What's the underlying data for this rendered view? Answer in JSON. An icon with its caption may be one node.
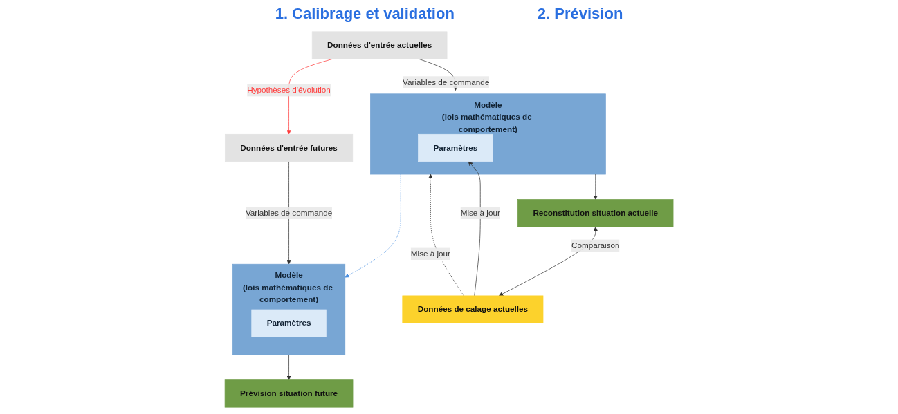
{
  "diagram": {
    "nodes": [
      {
        "text": [
          "Données d'entrée actuelles"
        ]
      },
      {
        "text": [
          "Modèle",
          "(lois mathématiques de comportement)"
        ]
      },
      {
        "text": [
          "Paramètres"
        ],
        "in": 1
      },
      {
        "text": [
          "Données de calage actuelles"
        ]
      },
      {
        "text": [
          "Reconstitution situation actuelle"
        ]
      },
      {
        "text": [
          "Données d'entrée futures"
        ]
      },
      {
        "text": [
          "Modèle",
          "(lois mathématiques de comportement)"
        ]
      },
      {
        "text": [
          "Paramètres"
        ],
        "in": 6
      },
      {
        "text": [
          "Prévision situation future"
        ]
      }
    ],
    "edges": [
      {
        "from": 0,
        "to": 1,
        "arrow": "to",
        "label": "Variables de commande"
      },
      {
        "from": 3,
        "to": 1,
        "arrow": "to",
        "label": "Mise à jour",
        "style": "dashed"
      },
      {
        "from": 3,
        "to": 2,
        "arrow": "to",
        "label": "Mise à jour"
      },
      {
        "from": 1,
        "to": 4,
        "arrow": "to"
      },
      {
        "from": 4,
        "to": 3,
        "arrow": "both",
        "label": "Comparaison"
      },
      {
        "from": 0,
        "to": 5,
        "arrow": "to",
        "label": "Hypothèses d'évolution",
        "color": "#ff3b3b"
      },
      {
        "from": 1,
        "to": 6,
        "arrow": "to",
        "style": "dashed",
        "color": "#4a90e2"
      },
      {
        "from": 5,
        "to": 6,
        "arrow": "to",
        "label": "Variables de commande"
      },
      {
        "from": 6,
        "to": 8,
        "arrow": "to"
      }
    ],
    "labels": [
      "1. Calibrage et validation",
      "2. Prévision"
    ]
  }
}
